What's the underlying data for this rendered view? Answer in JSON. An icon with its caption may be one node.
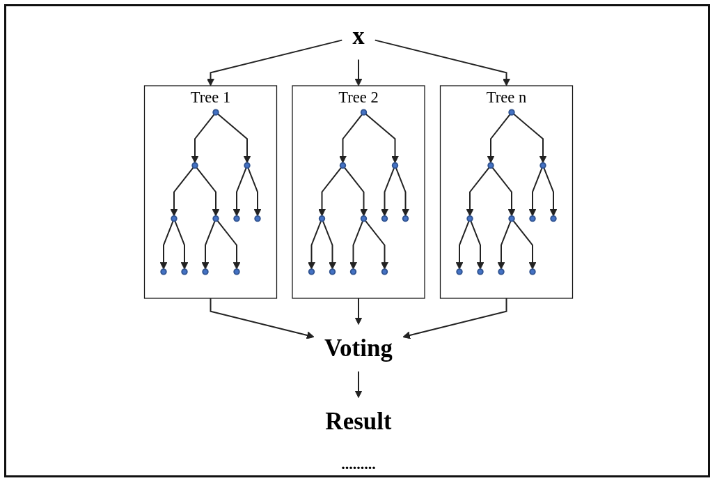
{
  "diagram": {
    "nodes": [
      {
        "text": [
          "x"
        ]
      },
      {
        "text": [
          "Tree 1"
        ]
      },
      {
        "text": [],
        "shape": "ellipse",
        "in": 1
      },
      {
        "text": [],
        "shape": "ellipse",
        "in": 1
      },
      {
        "text": [],
        "shape": "ellipse",
        "in": 1
      },
      {
        "text": [],
        "shape": "ellipse",
        "in": 1
      },
      {
        "text": [],
        "shape": "ellipse",
        "in": 1
      },
      {
        "text": [],
        "shape": "ellipse",
        "in": 1
      },
      {
        "text": [],
        "shape": "ellipse",
        "in": 1
      },
      {
        "text": [],
        "shape": "ellipse",
        "in": 1
      },
      {
        "text": [],
        "shape": "ellipse",
        "in": 1
      },
      {
        "text": [],
        "shape": "ellipse",
        "in": 1
      },
      {
        "text": [],
        "shape": "ellipse",
        "in": 1
      },
      {
        "text": [
          "Tree 2"
        ]
      },
      {
        "text": [],
        "shape": "ellipse",
        "in": 13
      },
      {
        "text": [],
        "shape": "ellipse",
        "in": 13
      },
      {
        "text": [],
        "shape": "ellipse",
        "in": 13
      },
      {
        "text": [],
        "shape": "ellipse",
        "in": 13
      },
      {
        "text": [],
        "shape": "ellipse",
        "in": 13
      },
      {
        "text": [],
        "shape": "ellipse",
        "in": 13
      },
      {
        "text": [],
        "shape": "ellipse",
        "in": 13
      },
      {
        "text": [],
        "shape": "ellipse",
        "in": 13
      },
      {
        "text": [],
        "shape": "ellipse",
        "in": 13
      },
      {
        "text": [],
        "shape": "ellipse",
        "in": 13
      },
      {
        "text": [],
        "shape": "ellipse",
        "in": 13
      },
      {
        "text": [
          "Tree n"
        ]
      },
      {
        "text": [],
        "shape": "ellipse",
        "in": 25
      },
      {
        "text": [],
        "shape": "ellipse",
        "in": 25
      },
      {
        "text": [],
        "shape": "ellipse",
        "in": 25
      },
      {
        "text": [],
        "shape": "ellipse",
        "in": 25
      },
      {
        "text": [],
        "shape": "ellipse",
        "in": 25
      },
      {
        "text": [],
        "shape": "ellipse",
        "in": 25
      },
      {
        "text": [],
        "shape": "ellipse",
        "in": 25
      },
      {
        "text": [],
        "shape": "ellipse",
        "in": 25
      },
      {
        "text": [],
        "shape": "ellipse",
        "in": 25
      },
      {
        "text": [],
        "shape": "ellipse",
        "in": 25
      },
      {
        "text": [],
        "shape": "ellipse",
        "in": 25
      },
      {
        "text": [
          "Voting"
        ]
      },
      {
        "text": [
          "Result"
        ]
      }
    ],
    "edges": [
      {
        "from": 0,
        "to": 1,
        "arrow": "to"
      },
      {
        "from": 0,
        "to": 13,
        "arrow": "to"
      },
      {
        "from": 0,
        "to": 25,
        "arrow": "to"
      },
      {
        "from": 2,
        "to": 3,
        "arrow": "to"
      },
      {
        "from": 2,
        "to": 4,
        "arrow": "to"
      },
      {
        "from": 3,
        "to": 5,
        "arrow": "to"
      },
      {
        "from": 3,
        "to": 6,
        "arrow": "to"
      },
      {
        "from": 4,
        "to": 7,
        "arrow": "to"
      },
      {
        "from": 4,
        "to": 8,
        "arrow": "to"
      },
      {
        "from": 5,
        "to": 9,
        "arrow": "to"
      },
      {
        "from": 5,
        "to": 10,
        "arrow": "to"
      },
      {
        "from": 6,
        "to": 11,
        "arrow": "to"
      },
      {
        "from": 6,
        "to": 12,
        "arrow": "to"
      },
      {
        "from": 14,
        "to": 15,
        "arrow": "to"
      },
      {
        "from": 14,
        "to": 16,
        "arrow": "to"
      },
      {
        "from": 15,
        "to": 17,
        "arrow": "to"
      },
      {
        "from": 15,
        "to": 18,
        "arrow": "to"
      },
      {
        "from": 16,
        "to": 19,
        "arrow": "to"
      },
      {
        "from": 16,
        "to": 20,
        "arrow": "to"
      },
      {
        "from": 17,
        "to": 21,
        "arrow": "to"
      },
      {
        "from": 17,
        "to": 22,
        "arrow": "to"
      },
      {
        "from": 18,
        "to": 23,
        "arrow": "to"
      },
      {
        "from": 18,
        "to": 24,
        "arrow": "to"
      },
      {
        "from": 26,
        "to": 27,
        "arrow": "to"
      },
      {
        "from": 26,
        "to": 28,
        "arrow": "to"
      },
      {
        "from": 27,
        "to": 29,
        "arrow": "to"
      },
      {
        "from": 27,
        "to": 30,
        "arrow": "to"
      },
      {
        "from": 28,
        "to": 31,
        "arrow": "to"
      },
      {
        "from": 28,
        "to": 32,
        "arrow": "to"
      },
      {
        "from": 29,
        "to": 33,
        "arrow": "to"
      },
      {
        "from": 29,
        "to": 34,
        "arrow": "to"
      },
      {
        "from": 30,
        "to": 35,
        "arrow": "to"
      },
      {
        "from": 30,
        "to": 36,
        "arrow": "to"
      },
      {
        "from": 1,
        "to": 37,
        "arrow": "to"
      },
      {
        "from": 13,
        "to": 37,
        "arrow": "to"
      },
      {
        "from": 25,
        "to": 37,
        "arrow": "to"
      },
      {
        "from": 37,
        "to": 38,
        "arrow": "to"
      }
    ],
    "labels": [
      "........."
    ]
  }
}
